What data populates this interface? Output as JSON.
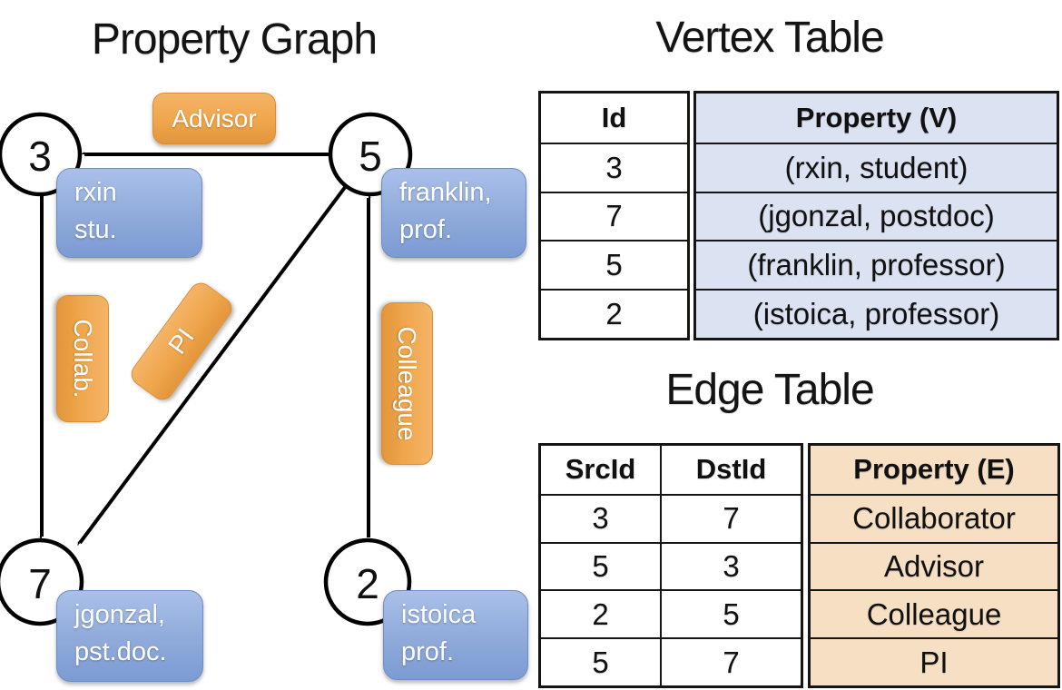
{
  "graph": {
    "title": "Property Graph",
    "nodes": [
      {
        "id": "3",
        "prop_line1": "rxin",
        "prop_line2": "stu."
      },
      {
        "id": "5",
        "prop_line1": "franklin,",
        "prop_line2": "prof."
      },
      {
        "id": "7",
        "prop_line1": "jgonzal,",
        "prop_line2": "pst.doc."
      },
      {
        "id": "2",
        "prop_line1": "istoica",
        "prop_line2": "prof."
      }
    ],
    "edge_labels": {
      "advisor": "Advisor",
      "collab": "Collab.",
      "pi": "PI",
      "colleague": "Colleague"
    }
  },
  "vertex_table": {
    "title": "Vertex Table",
    "headers": {
      "id": "Id",
      "property": "Property (V)"
    },
    "rows": [
      {
        "id": "3",
        "property": "(rxin, student)"
      },
      {
        "id": "7",
        "property": "(jgonzal, postdoc)"
      },
      {
        "id": "5",
        "property": "(franklin, professor)"
      },
      {
        "id": "2",
        "property": "(istoica, professor)"
      }
    ]
  },
  "edge_table": {
    "title": "Edge Table",
    "headers": {
      "src": "SrcId",
      "dst": "DstId",
      "property": "Property (E)"
    },
    "rows": [
      {
        "src": "3",
        "dst": "7",
        "property": "Collaborator"
      },
      {
        "src": "5",
        "dst": "3",
        "property": "Advisor"
      },
      {
        "src": "2",
        "dst": "5",
        "property": "Colleague"
      },
      {
        "src": "5",
        "dst": "7",
        "property": "PI"
      }
    ]
  },
  "colors": {
    "edge_label_orange_top": "#f4b467",
    "edge_label_orange_bottom": "#e3953a",
    "vertex_label_blue_top": "#a9c0e9",
    "vertex_label_blue_bottom": "#7b9bd4",
    "vertex_table_fill": "#dbe3f2",
    "edge_table_fill": "#f6dfc3",
    "line_color": "#000000"
  }
}
